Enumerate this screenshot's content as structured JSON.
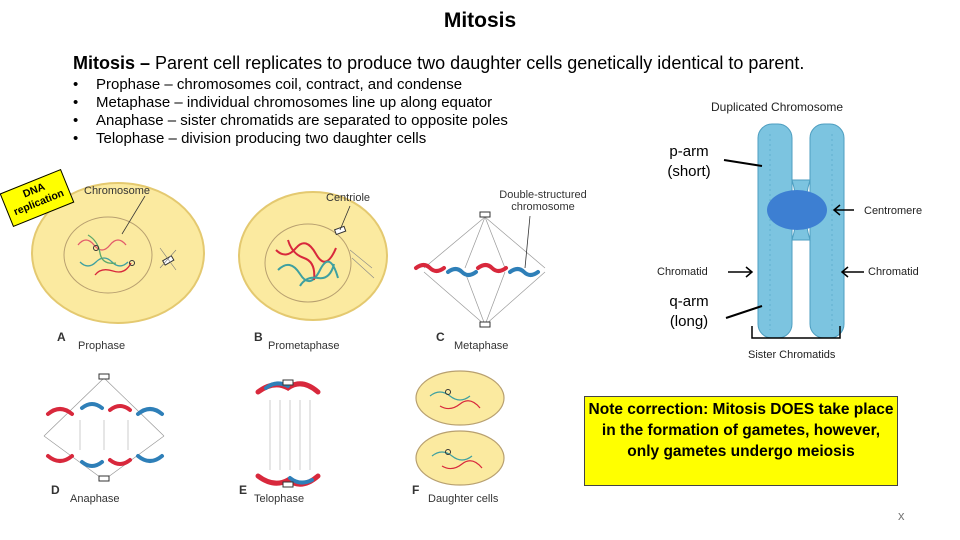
{
  "title": "Mitosis",
  "intro": {
    "term": "Mitosis –",
    "text": " Parent cell replicates to produce two daughter cells genetically identical to parent."
  },
  "bullets": [
    "Prophase – chromosomes coil, contract, and condense",
    "Metaphase – individual chromosomes line up along equator",
    "Anaphase – sister chromatids are separated to opposite poles",
    "Telophase – division producing two daughter cells"
  ],
  "dna_badge": "DNA replication",
  "figure": {
    "labels": {
      "chromosome": "Chromosome",
      "centriole": "Centriole",
      "double_structured": "Double-structured chromosome"
    },
    "phases": [
      {
        "letter": "A",
        "name": "Prophase"
      },
      {
        "letter": "B",
        "name": "Prometaphase"
      },
      {
        "letter": "C",
        "name": "Metaphase"
      },
      {
        "letter": "D",
        "name": "Anaphase"
      },
      {
        "letter": "E",
        "name": "Telophase"
      },
      {
        "letter": "F",
        "name": "Daughter cells"
      }
    ]
  },
  "chromosome_diagram": {
    "title": "Duplicated Chromosome",
    "p_arm": "p-arm",
    "p_arm_note": "(short)",
    "q_arm": "q-arm",
    "q_arm_note": "(long)",
    "centromere": "Centromere",
    "chromatid_left": "Chromatid",
    "chromatid_right": "Chromatid",
    "sister_chromatids": "Sister Chromatids"
  },
  "note": "Note correction: Mitosis DOES take place in the formation of gametes, however, only gametes undergo meiosis",
  "close_label": "x",
  "colors": {
    "cell_fill": "#fbeaa0",
    "cell_border": "#e4c970",
    "chromatid_fill": "#7cc4e0",
    "centromere_fill": "#3d7fd2",
    "red_chromosome": "#d8283c",
    "blue_chromosome": "#2e7fb8",
    "note_bg": "#ffff00"
  }
}
